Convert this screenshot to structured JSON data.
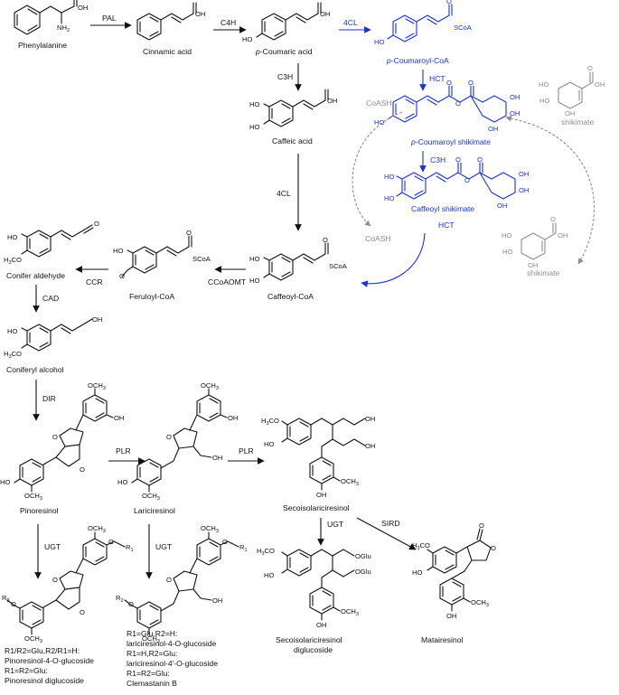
{
  "compounds": {
    "phenylalanine": "Phenylalanine",
    "cinnamic": "Cinnamic acid",
    "pcoumaric_italic": "p",
    "pcoumaric": "-Coumaric acid",
    "pcoumaroylcoa_italic": "p",
    "pcoumaroylcoa": "-Coumaroyl-CoA",
    "caffeic": "Caffeic acid",
    "pcoumaroylshik_italic": "p",
    "pcoumaroylshik": "-Coumaroyl shikimate",
    "caffeoylshik": "Caffeoyl shikimate",
    "shikimate1": "shikimate",
    "shikimate2": "shikimate",
    "caffeoylcoa": "Caffeoyl-CoA",
    "feruloylcoa": "Feruloyl-CoA",
    "coniferald": "Conifer aldehyde",
    "coniferylalc": "Coniferyl alcohol",
    "pinoresinol": "Pinoresinol",
    "lariciresinol": "Lariciresinol",
    "secoiso": "Secoisolariciresinol",
    "secoiso_dg1": "Secoisolariciresinol",
    "secoiso_dg2": "diglucoside",
    "matairesinol": "Matairesinol"
  },
  "enzymes": {
    "pal": "PAL",
    "c4h": "C4H",
    "fourcl_top": "4CL",
    "c3h_left": "C3H",
    "hct_top": "HCT",
    "c3h_right": "C3H",
    "hct_bottom": "HCT",
    "fourcl_mid": "4CL",
    "ccoaomt": "CCoAOMT",
    "ccr": "CCR",
    "cad": "CAD",
    "dir": "DIR",
    "plr1": "PLR",
    "plr2": "PLR",
    "ugt1": "UGT",
    "ugt2": "UGT",
    "ugt3": "UGT",
    "sird": "SIRD"
  },
  "cofactors": {
    "coash_top": "CoASH",
    "coash_bottom": "CoASH"
  },
  "atoms": {
    "oh": "OH",
    "o": "O",
    "nh2": "NH",
    "nh2_sub": "2",
    "ho": "HO",
    "scoa": "SCoA",
    "och3": "OCH",
    "och3_sub": "3",
    "h3co": "H",
    "h3co_sub": "3",
    "h3co_tail": "CO",
    "h3c": "H",
    "h3c_sub": "3",
    "h3c_tail": "C",
    "oglu": "OGlu",
    "r1": "R",
    "r1_sub": "1",
    "r2": "R",
    "r2_sub": "2"
  },
  "notes": {
    "pino": [
      "R1/R2=Glu,R2/R1=H:",
      "Pinoresinol-4-O-glucoside",
      "R1=R2=Glu:",
      "Pinoresinol diglucoside"
    ],
    "lari": [
      "R1=Glu,R2=H:",
      "lariciresinol-4-O-glucoside",
      "R1=H,R2=Glu:",
      "lariciresinol-4'-O-glucoside",
      "R1=R2=Glu:",
      "Clemastanin B"
    ]
  },
  "colors": {
    "black": "#111111",
    "blue": "#1a33d6",
    "gray": "#8d8d8d"
  }
}
